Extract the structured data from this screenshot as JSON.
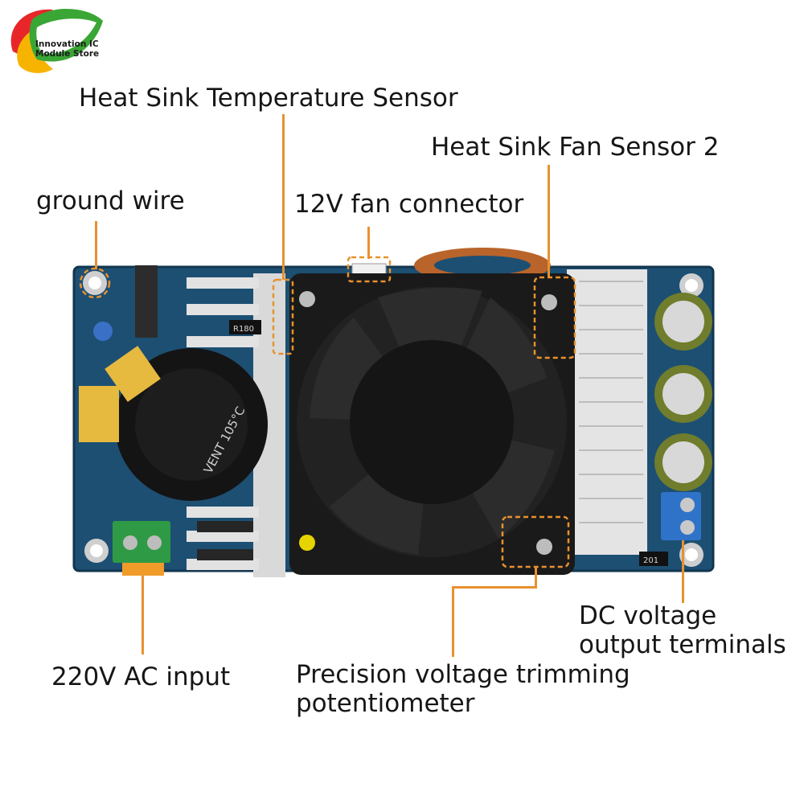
{
  "brand": {
    "line1": "Innovation IC",
    "line2": "Module Store",
    "colors": [
      "#e8262a",
      "#f6b400",
      "#3aa635"
    ]
  },
  "board_markings": {
    "capacitor_text": "VENT 105°C",
    "resistor_text": "R180",
    "smd_text": "201"
  },
  "labels": {
    "heat_sink_temp_sensor": "Heat Sink Temperature Sensor",
    "heat_sink_fan_sensor": "Heat Sink Fan Sensor 2",
    "ground_wire": "ground wire",
    "fan_connector": "12V fan connector",
    "dc_output_line1": "DC voltage",
    "dc_output_line2": "output terminals",
    "ac_input": "220V AC input",
    "potentiometer_line1": "Precision voltage trimming",
    "potentiometer_line2": "potentiometer"
  },
  "colors": {
    "leader": "#e8912e",
    "pcb": "#1d4f73",
    "heatsink": "#d9d9d9",
    "fan": "#1a1a1a"
  }
}
